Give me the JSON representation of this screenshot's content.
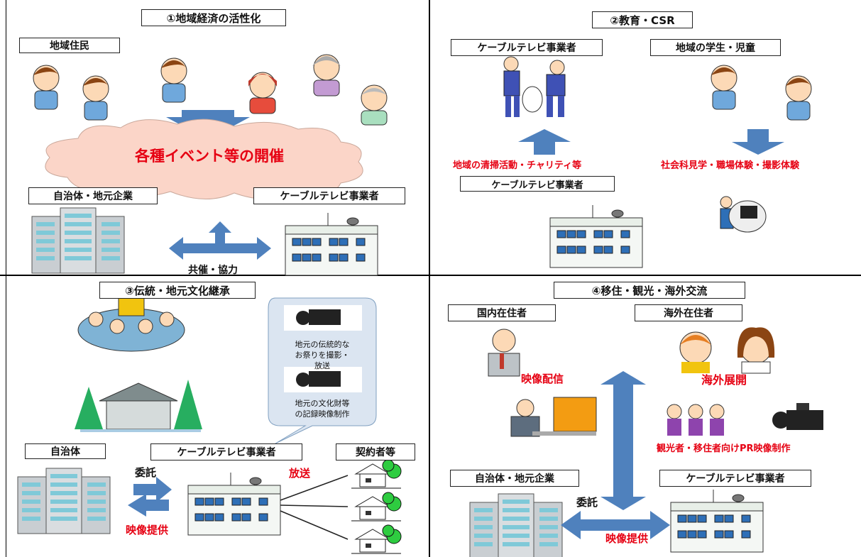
{
  "q1": {
    "title": "①地域経済の活性化",
    "residents_label": "地域住民",
    "event_label": "各種イベント等の開催",
    "gov_label": "自治体・地元企業",
    "catv_label": "ケーブルテレビ事業者",
    "cosponsor_label": "共催・協力"
  },
  "q2": {
    "title": "②教育・CSR",
    "catv_label": "ケーブルテレビ事業者",
    "students_label": "地域の学生・児童",
    "cleanup_label": "地域の清掃活動・チャリティ等",
    "social_label": "社会科見学・職場体験・撮影体験",
    "catv_label2": "ケーブルテレビ事業者"
  },
  "q3": {
    "title": "③伝統・地元文化継承",
    "bubble_text1": "地元の伝統的な お祭りを撮影・ 放送",
    "bubble_text1_lines": [
      "地元の伝統的な",
      "お祭りを撮影・",
      "放送"
    ],
    "bubble_text2_lines": [
      "地元の文化財等",
      "の記録映像制作"
    ],
    "gov_label": "自治体",
    "catv_label": "ケーブルテレビ事業者",
    "subscribers_label": "契約者等",
    "consign_label": "委託",
    "broadcast_label": "放送",
    "video_provide_label": "映像提供"
  },
  "q4": {
    "title": "④移住・観光・海外交流",
    "domestic_label": "国内在住者",
    "overseas_label": "海外在住者",
    "video_dist_label": "映像配信",
    "overseas_dev_label": "海外展開",
    "pr_label": "観光者・移住者向けPR映像制作",
    "gov_label": "自治体・地元企業",
    "catv_label": "ケーブルテレビ事業者",
    "consign_label": "委託",
    "video_provide_label": "映像提供"
  },
  "colors": {
    "arrow": "#4f81bd",
    "red": "#e60012",
    "cloud": "#fbd5c8",
    "bubble": "#dbe5f1"
  }
}
